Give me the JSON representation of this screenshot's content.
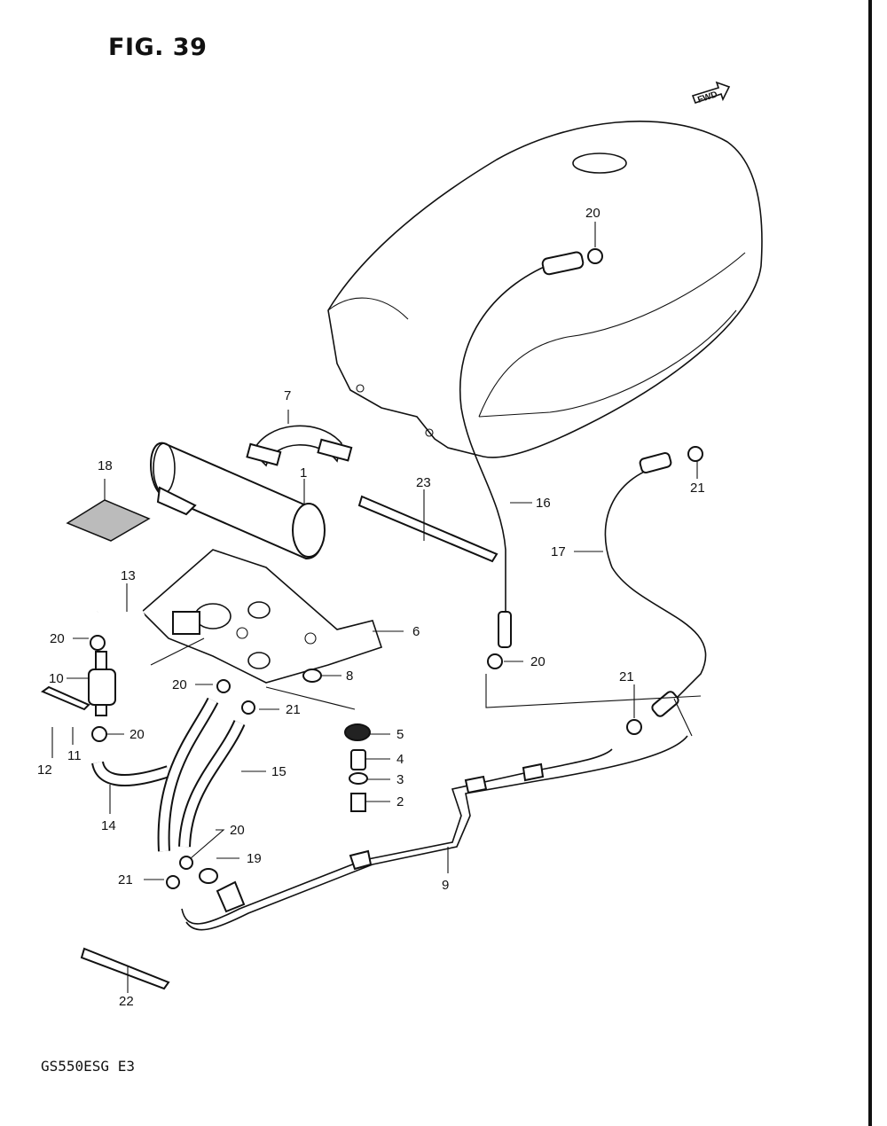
{
  "figure": {
    "title": "FIG. 39",
    "model_code": "GS550ESG E3",
    "fwd_label": "FWD"
  },
  "callouts": [
    {
      "id": "c1",
      "label": "1"
    },
    {
      "id": "c2",
      "label": "2"
    },
    {
      "id": "c3",
      "label": "3"
    },
    {
      "id": "c4",
      "label": "4"
    },
    {
      "id": "c5",
      "label": "5"
    },
    {
      "id": "c6",
      "label": "6"
    },
    {
      "id": "c7",
      "label": "7"
    },
    {
      "id": "c8",
      "label": "8"
    },
    {
      "id": "c9",
      "label": "9"
    },
    {
      "id": "c10",
      "label": "10"
    },
    {
      "id": "c11",
      "label": "11"
    },
    {
      "id": "c12",
      "label": "12"
    },
    {
      "id": "c13",
      "label": "13"
    },
    {
      "id": "c14",
      "label": "14"
    },
    {
      "id": "c15",
      "label": "15"
    },
    {
      "id": "c16",
      "label": "16"
    },
    {
      "id": "c17",
      "label": "17"
    },
    {
      "id": "c18",
      "label": "18"
    },
    {
      "id": "c19",
      "label": "19"
    },
    {
      "id": "c20a",
      "label": "20"
    },
    {
      "id": "c20b",
      "label": "20"
    },
    {
      "id": "c20c",
      "label": "20"
    },
    {
      "id": "c20d",
      "label": "20"
    },
    {
      "id": "c20e",
      "label": "20"
    },
    {
      "id": "c20f",
      "label": "20"
    },
    {
      "id": "c21a",
      "label": "21"
    },
    {
      "id": "c21b",
      "label": "21"
    },
    {
      "id": "c21c",
      "label": "21"
    },
    {
      "id": "c21d",
      "label": "21"
    },
    {
      "id": "c22",
      "label": "22"
    },
    {
      "id": "c23",
      "label": "23"
    }
  ]
}
